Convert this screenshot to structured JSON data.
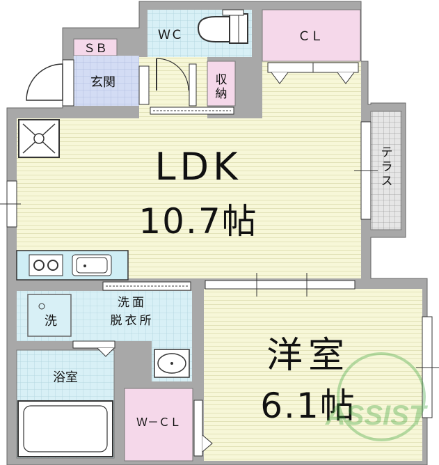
{
  "rooms": {
    "ldk": {
      "name": "LDK",
      "size": "10.7帖"
    },
    "western": {
      "name": "洋室",
      "size": "6.1帖"
    },
    "wc": "ＷＣ",
    "closet": "ＣＬ",
    "shoe_box": "ＳＢ",
    "entrance": "玄関",
    "storage": "収納",
    "terrace": "テラス",
    "washroom": "洗面脱衣所",
    "washer": "洗",
    "bathroom": "浴室",
    "walk_in_closet": "Ｗ－ＣＬ"
  },
  "watermark": "ASSIST",
  "colors": {
    "wall": "#a8a8a8",
    "ldk_floor": "#f7f7d8",
    "wet_area": "#cfeef5",
    "closet": "#f5d8ea",
    "entrance": "#cfd8f2",
    "terrace": "#d0d0d0"
  }
}
